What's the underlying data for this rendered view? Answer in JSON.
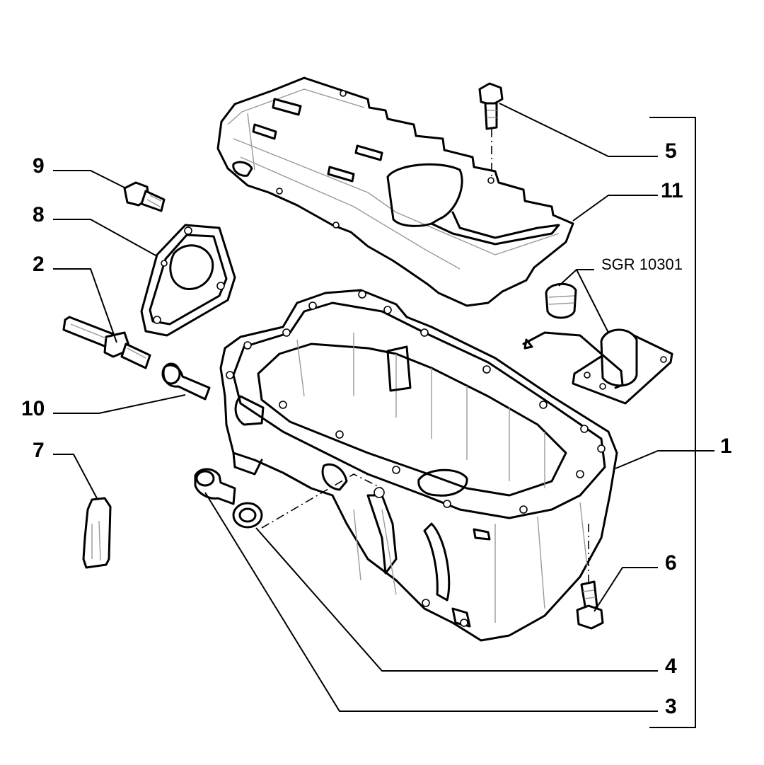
{
  "callouts": {
    "c1": "1",
    "c2": "2",
    "c3": "3",
    "c4": "4",
    "c5": "5",
    "c6": "6",
    "c7": "7",
    "c8": "8",
    "c9": "9",
    "c10": "10",
    "c11": "11"
  },
  "tool_reference": "SGR 10301",
  "colors": {
    "line": "#000000",
    "shading": "#9a9a9a",
    "background": "#ffffff"
  }
}
